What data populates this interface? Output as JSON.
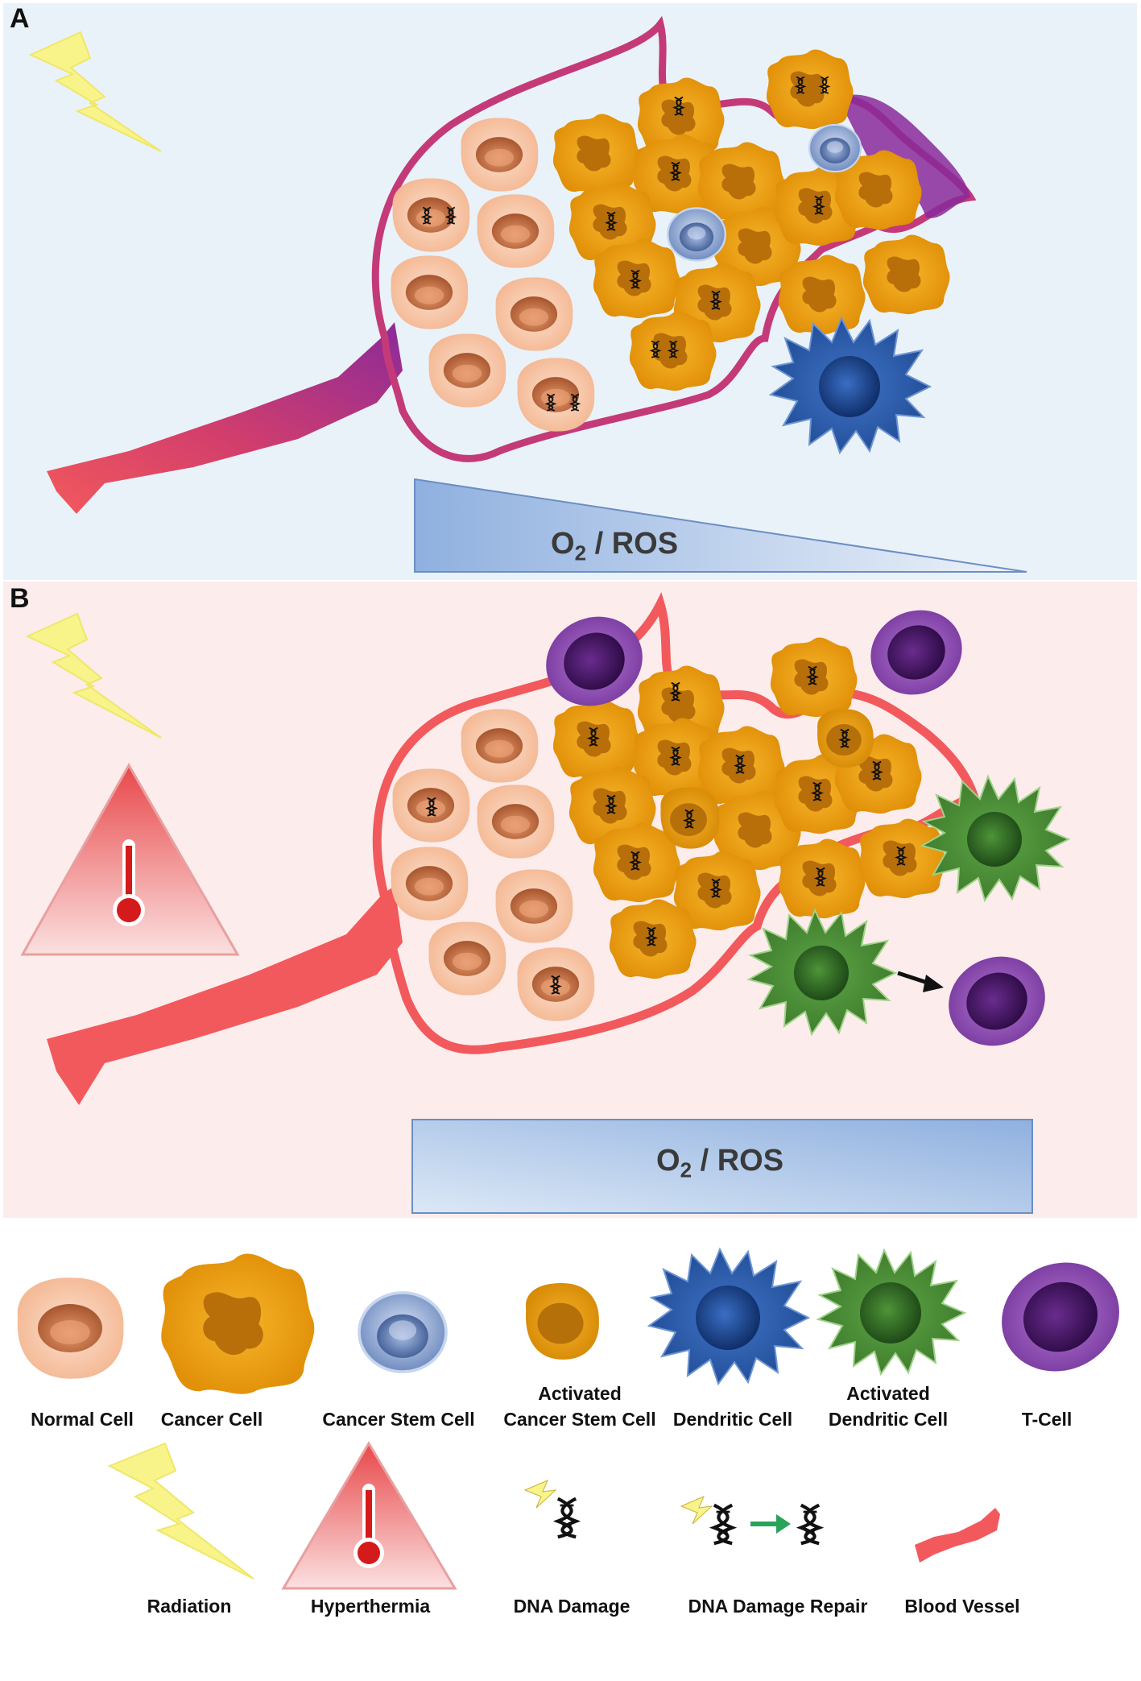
{
  "panels": {
    "a": {
      "letter": "A",
      "gradient_o": "O",
      "gradient_sub": "2",
      "gradient_rest": " / ROS"
    },
    "b": {
      "letter": "B",
      "gradient_o": "O",
      "gradient_sub": "2",
      "gradient_rest": " / ROS"
    }
  },
  "legend": {
    "normal_cell": "Normal Cell",
    "cancer_cell": "Cancer Cell",
    "cancer_stem_cell": "Cancer Stem Cell",
    "activated_csc_1": "Activated",
    "activated_csc_2": "Cancer Stem Cell",
    "dendritic_cell": "Dendritic Cell",
    "activated_dc_1": "Activated",
    "activated_dc_2": "Dendritic Cell",
    "t_cell": "T-Cell",
    "radiation": "Radiation",
    "hyperthermia": "Hyperthermia",
    "dna_damage": "DNA Damage",
    "dna_damage_repair": "DNA Damage Repair",
    "blood_vessel": "Blood Vessel"
  },
  "colors": {
    "panel_a_bg": "#eaf2f9",
    "panel_b_bg": "#fcecec",
    "vessel_a": "#c43a79",
    "vessel_b": "#f2595c",
    "normal_cell": "#f6c4a4",
    "normal_nucleus": "#c8734a",
    "cancer_cell": "#f2a51c",
    "cancer_nucleus": "#c77a10",
    "stem_cell": "#8fa8d4",
    "dendritic_cell": "#2f5ea8",
    "activated_dendritic": "#4e8f38",
    "t_cell": "#7a3a9a",
    "radiation": "#f8f48a",
    "hyperthermia": "#e23a3a"
  }
}
